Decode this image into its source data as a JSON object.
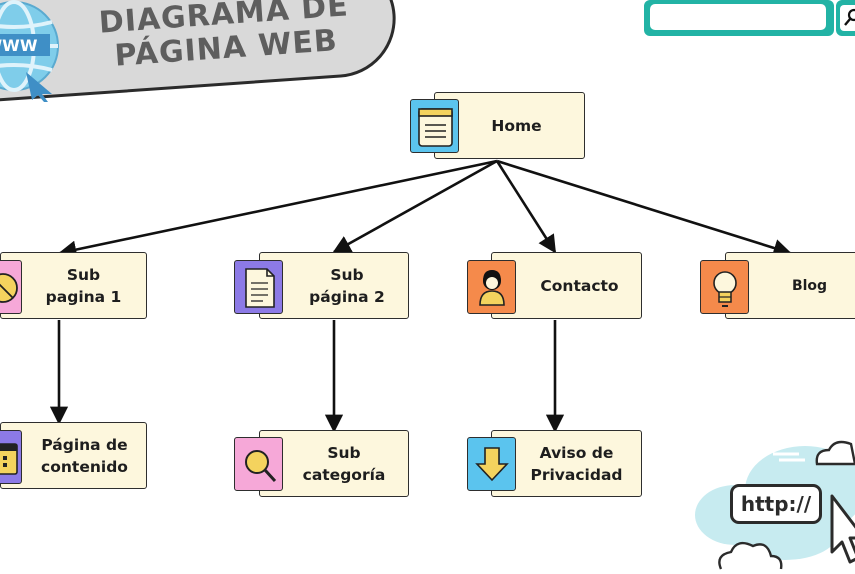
{
  "header": {
    "title_line1": "DIAGRAMA DE",
    "title_line2": "PÁGINA WEB",
    "globe_text": "WWW"
  },
  "search": {
    "value": "",
    "placeholder": ""
  },
  "colors": {
    "card_fill": "#fdf7dd",
    "teal": "#22b3a5",
    "blue": "#5bc4ee",
    "purple": "#8c7ae6",
    "pink": "#f6a8d8",
    "orange": "#f58a4b",
    "banner": "#d9d9d9"
  },
  "nodes": {
    "home": {
      "label": "Home",
      "icon": "notepad-icon"
    },
    "sub1": {
      "label": "Sub\npagina 1",
      "icon": "no-icon"
    },
    "sub2": {
      "label": "Sub\npágina 2",
      "icon": "document-icon"
    },
    "contacto": {
      "label": "Contacto",
      "icon": "person-icon"
    },
    "blog": {
      "label": "Blog",
      "icon": "lightbulb-icon"
    },
    "contenido": {
      "label": "Página de\ncontenido",
      "icon": "calendar-icon"
    },
    "subcat": {
      "label": "Sub\ncategoría",
      "icon": "magnifier-icon"
    },
    "aviso": {
      "label": "Aviso de\nPrivacidad",
      "icon": "down-arrow-icon"
    }
  },
  "url_badge": "http://"
}
